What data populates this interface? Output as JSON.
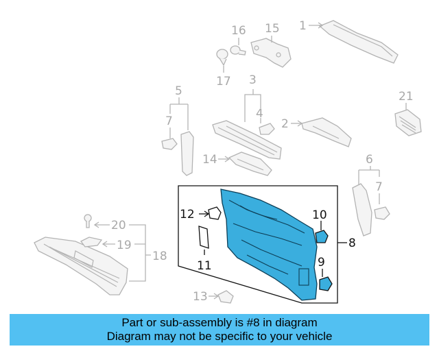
{
  "callouts": {
    "c1": "1",
    "c2": "2",
    "c3": "3",
    "c4": "4",
    "c5": "5",
    "c6": "6",
    "c7a": "7",
    "c7b": "7",
    "c8": "8",
    "c9": "9",
    "c10": "10",
    "c11": "11",
    "c12": "12",
    "c13": "13",
    "c14": "14",
    "c15": "15",
    "c16": "16",
    "c17": "17",
    "c18": "18",
    "c19": "19",
    "c20": "20",
    "c21": "21"
  },
  "banner": {
    "line1": "Part or sub-assembly is #8 in diagram",
    "line2": "Diagram may not be specific to your vehicle"
  },
  "colors": {
    "highlight": "#3aaede",
    "banner": "#52c0f2"
  }
}
